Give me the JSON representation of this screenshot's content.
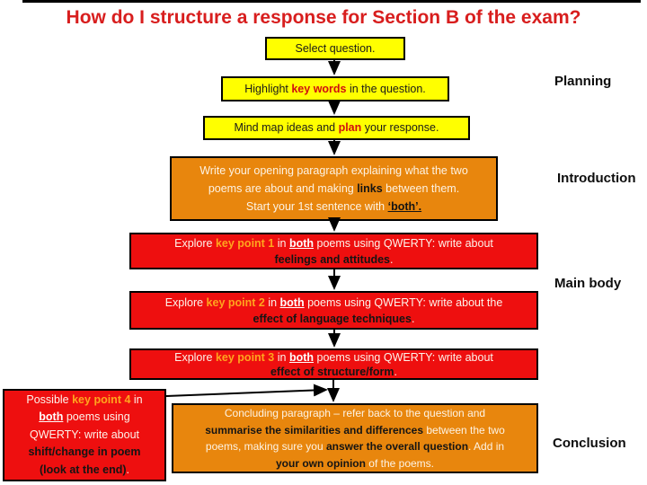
{
  "title": "How do I structure a response for Section B of the exam?",
  "stage_labels": {
    "planning": "Planning",
    "introduction": "Introduction",
    "main_body": "Main body",
    "conclusion": "Conclusion"
  },
  "boxes": {
    "select": {
      "lines": [
        [
          {
            "t": "Select question."
          }
        ]
      ]
    },
    "highlight": {
      "lines": [
        [
          {
            "t": "Highlight "
          },
          {
            "t": "key words",
            "s": "em-red"
          },
          {
            "t": " in the question."
          }
        ]
      ]
    },
    "mindmap": {
      "lines": [
        [
          {
            "t": "Mind map ideas and "
          },
          {
            "t": "plan",
            "s": "em-red"
          },
          {
            "t": " your response."
          }
        ]
      ]
    },
    "intro": {
      "lines": [
        [
          {
            "t": "Write your opening paragraph explaining what the two"
          }
        ],
        [
          {
            "t": "poems are about and making "
          },
          {
            "t": "links",
            "s": "em-black"
          },
          {
            "t": " between them."
          }
        ],
        [
          {
            "t": "Start your 1st sentence with "
          },
          {
            "t": "‘both’.",
            "s": "em-black-u"
          }
        ]
      ]
    },
    "key1": {
      "lines": [
        [
          {
            "t": "Explore "
          },
          {
            "t": "key point 1",
            "s": "em-gold"
          },
          {
            "t": " in "
          },
          {
            "t": "both",
            "s": "em-white-u"
          },
          {
            "t": " poems using QWERTY: write about"
          }
        ],
        [
          {
            "t": "feelings and attitudes",
            "s": "em-black"
          },
          {
            "t": "."
          }
        ]
      ]
    },
    "key2": {
      "lines": [
        [
          {
            "t": "Explore "
          },
          {
            "t": "key point 2",
            "s": "em-gold"
          },
          {
            "t": " in "
          },
          {
            "t": "both",
            "s": "em-white-u"
          },
          {
            "t": " poems using QWERTY: write about the"
          }
        ],
        [
          {
            "t": "effect of language techniques",
            "s": "em-black"
          },
          {
            "t": "."
          }
        ]
      ]
    },
    "key3": {
      "lines": [
        [
          {
            "t": "Explore "
          },
          {
            "t": "key point 3",
            "s": "em-gold"
          },
          {
            "t": " in "
          },
          {
            "t": "both",
            "s": "em-white-u"
          },
          {
            "t": " poems using QWERTY: write about"
          }
        ],
        [
          {
            "t": "effect of structure/form",
            "s": "em-black"
          },
          {
            "t": "."
          }
        ]
      ]
    },
    "key4": {
      "lines": [
        [
          {
            "t": "Possible "
          },
          {
            "t": "key point 4",
            "s": "em-gold"
          },
          {
            "t": " in"
          }
        ],
        [
          {
            "t": "both",
            "s": "em-white-u"
          },
          {
            "t": " poems using"
          }
        ],
        [
          {
            "t": "QWERTY: write about"
          }
        ],
        [
          {
            "t": "shift/change in poem",
            "s": "em-black"
          }
        ],
        [
          {
            "t": "(look at the end)",
            "s": "em-black"
          },
          {
            "t": "."
          }
        ]
      ]
    },
    "conclusion": {
      "lines": [
        [
          {
            "t": "Concluding paragraph – refer back to the question and"
          }
        ],
        [
          {
            "t": "summarise the similarities and differences",
            "s": "em-black"
          },
          {
            "t": " between the two"
          }
        ],
        [
          {
            "t": "poems, making sure you "
          },
          {
            "t": "answer the overall question",
            "s": "em-black"
          },
          {
            "t": ". Add in"
          }
        ],
        [
          {
            "t": "your own opinion",
            "s": "em-black"
          },
          {
            "t": " of the poems."
          }
        ]
      ]
    }
  },
  "colors": {
    "title_red": "#d81e1e",
    "box_yellow": "#ffff00",
    "box_orange": "#e8860d",
    "box_red": "#ee0f0f",
    "emphasis_red": "#d01010",
    "emphasis_gold": "#ffa51e",
    "emphasis_black": "#141414",
    "arrow_black": "#000000"
  }
}
